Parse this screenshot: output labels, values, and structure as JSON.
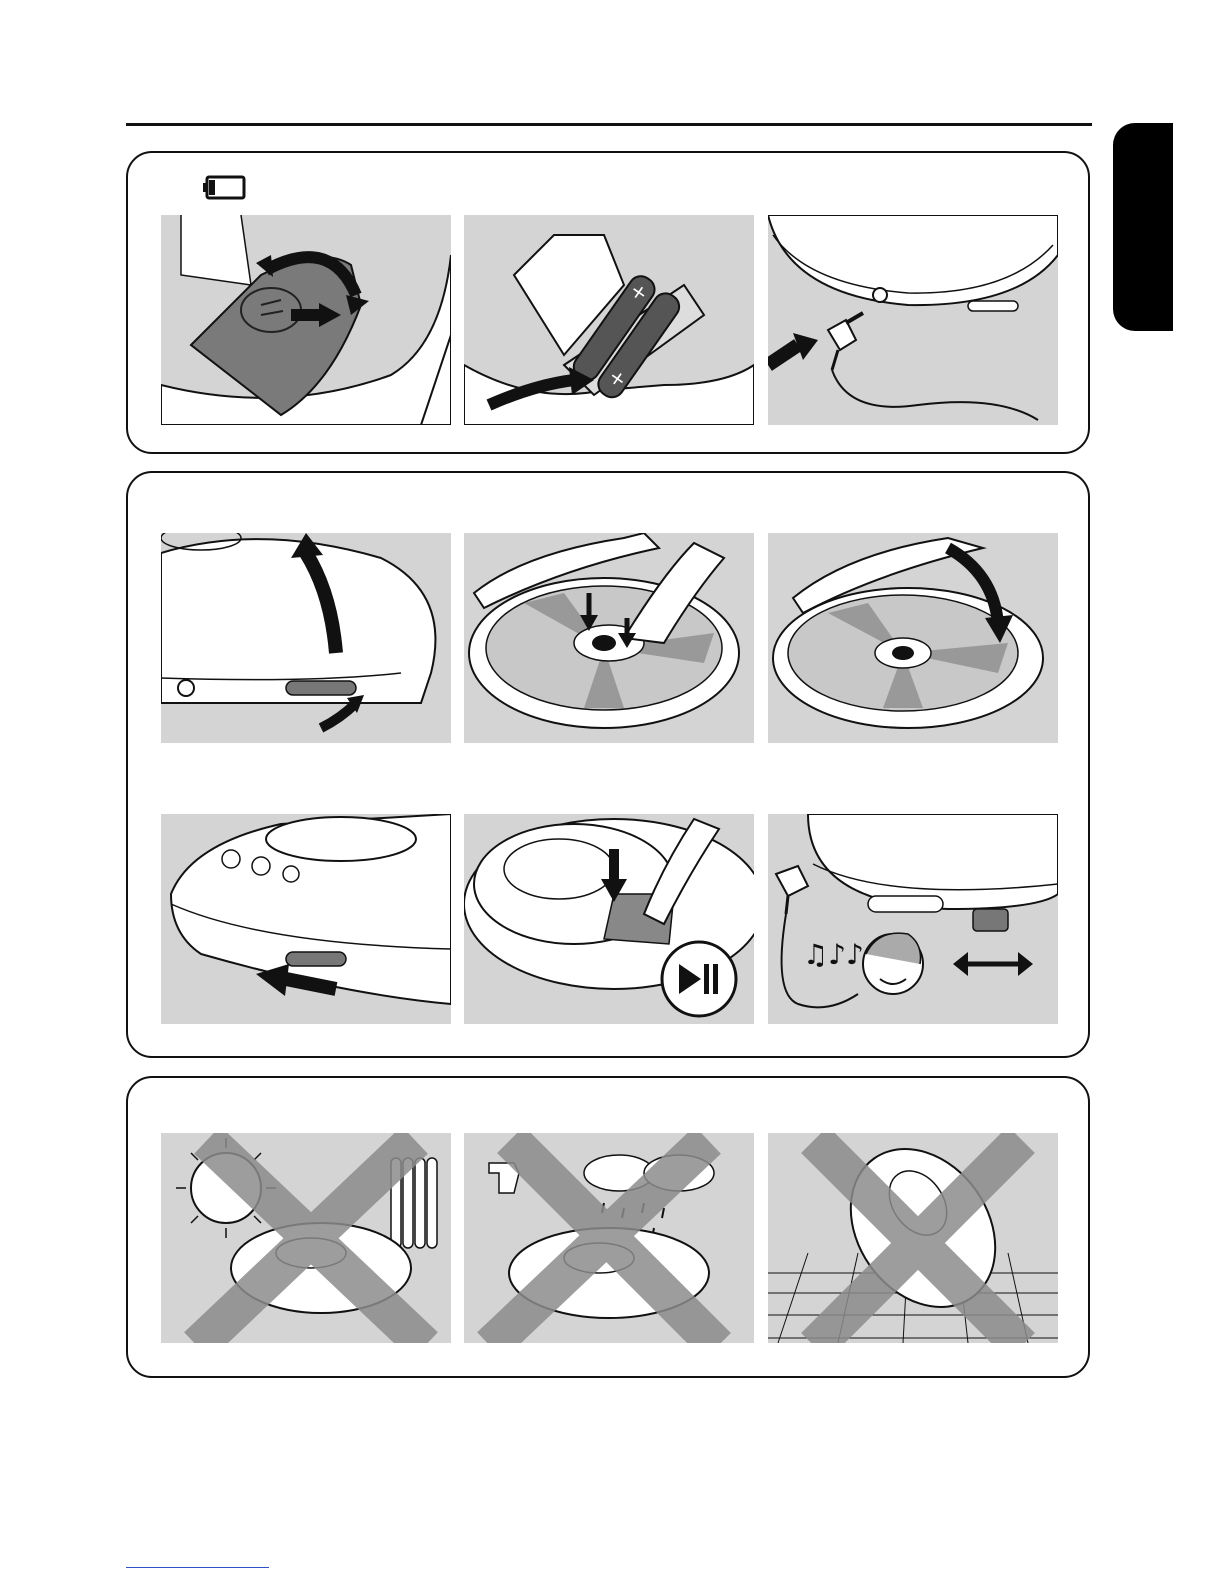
{
  "page": {
    "sections": [
      {
        "id": "power",
        "icon": "battery-low-icon",
        "steps": [
          "open-battery-door",
          "insert-batteries",
          "connect-headphones"
        ]
      },
      {
        "id": "playback",
        "steps": [
          "open-lid",
          "insert-disc",
          "close-lid",
          "slide-hold-switch",
          "press-play-pause",
          "listen-adjust-volume"
        ]
      },
      {
        "id": "care",
        "steps": [
          "no-heat-or-sun",
          "no-water-or-rain",
          "do-not-drop"
        ]
      }
    ]
  },
  "colors": {
    "panel_bg": "#d4d4d4",
    "ink": "#111111",
    "cross": "#8c8c8c",
    "link": "#3050c8"
  }
}
